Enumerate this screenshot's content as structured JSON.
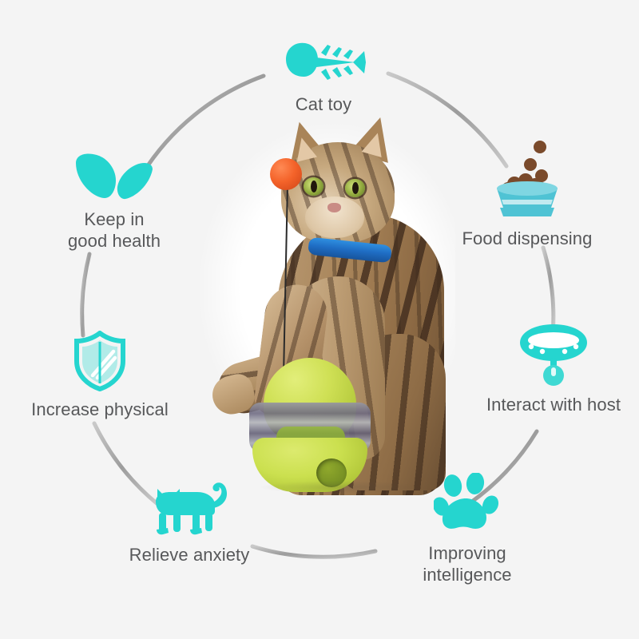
{
  "page": {
    "title": "Cat toy feature wheel",
    "background_color": "#f4f4f4",
    "accent_color": "#25d5cf",
    "label_color": "#57585a",
    "arc_color": "#a8a8a8"
  },
  "center": {
    "subject": "tabby-cat-with-tumbler-treat-toy",
    "toy_color": "#c6da4e",
    "wand_ball_color": "#f4632a",
    "collar_color": "#1f6dc4"
  },
  "features": [
    {
      "id": "cat-toy",
      "label": "Cat toy",
      "icon": "fish-bone-icon",
      "icon_color": "#25d5cf"
    },
    {
      "id": "food-dispensing",
      "label": "Food dispensing",
      "icon": "food-bowl-icon",
      "icon_color": "#4fc3d4"
    },
    {
      "id": "interact-with-host",
      "label": "Interact with host",
      "icon": "collar-icon",
      "icon_color": "#25d5cf"
    },
    {
      "id": "improving-intelligence",
      "label": "Improving\nintelligence",
      "icon": "paw-print-icon",
      "icon_color": "#25d5cf"
    },
    {
      "id": "relieve-anxiety",
      "label": "Relieve anxiety",
      "icon": "walking-cat-icon",
      "icon_color": "#25d5cf"
    },
    {
      "id": "increase-physical",
      "label": "Increase physical",
      "icon": "shield-icon",
      "icon_color": "#25d5cf"
    },
    {
      "id": "keep-good-health",
      "label": "Keep in\ngood health",
      "icon": "leaf-wings-icon",
      "icon_color": "#25d5cf"
    }
  ]
}
